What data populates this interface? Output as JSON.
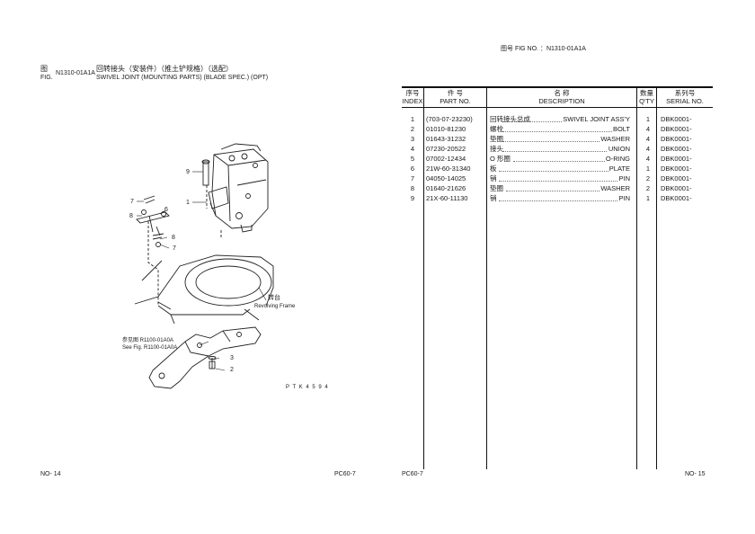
{
  "left_page": {
    "fig_label_cn": "图",
    "fig_label_en": "FIG.",
    "fig_no": "N1310-01A1A",
    "title_cn": "回转接头（安装件）（推土铲规格）（选配）",
    "title_en": "SWIVEL JOINT (MOUNTING PARTS) (BLADE SPEC.) (OPT)",
    "callouts": [
      "9",
      "1",
      "7",
      "6",
      "8",
      "8",
      "7",
      "3",
      "2"
    ],
    "revolving_frame_cn": "转台",
    "revolving_frame_en": "Revolving Frame",
    "ref_cn": "参见图 R1100-01A0A",
    "ref_en": "See Fig. R1100-01A0A",
    "drawing_code": "P T K 4 5 9 4",
    "page_no": "NO- 14",
    "model": "PC60-7"
  },
  "right_page": {
    "fig_no_label": "图号  FIG NO.  ：N1310-01A1A",
    "headers": {
      "index_cn": "序号",
      "index_en": "INDEX",
      "part_cn": "件    号",
      "part_en": "PART NO.",
      "desc_cn": "名          称",
      "desc_en": "DESCRIPTION",
      "qty_cn": "数量",
      "qty_en": "Q'TY",
      "serial_cn": "系列号",
      "serial_en": "SERIAL NO."
    },
    "rows": [
      {
        "index": "1",
        "part_no": "(703-07-23230)",
        "desc_cn": "回转接头总成",
        "desc_en": "SWIVEL JOINT ASS'Y",
        "qty": "1",
        "serial": "DBK0001-"
      },
      {
        "index": "2",
        "part_no": "01010-81230",
        "desc_cn": "螺栓",
        "desc_en": "BOLT",
        "qty": "4",
        "serial": "DBK0001-"
      },
      {
        "index": "3",
        "part_no": "01643-31232",
        "desc_cn": "垫圈",
        "desc_en": "WASHER",
        "qty": "4",
        "serial": "DBK0001-"
      },
      {
        "index": "4",
        "part_no": "07230-20522",
        "desc_cn": "接头",
        "desc_en": "UNION",
        "qty": "4",
        "serial": "DBK0001-"
      },
      {
        "index": "5",
        "part_no": "07002-12434",
        "desc_cn": "O 形圈",
        "desc_en": "O-RING",
        "qty": "4",
        "serial": "DBK0001-"
      },
      {
        "index": "6",
        "part_no": "21W-60-31340",
        "desc_cn": "板",
        "desc_en": "PLATE",
        "qty": "1",
        "serial": "DBK0001-"
      },
      {
        "index": "7",
        "part_no": "04050-14025",
        "desc_cn": "销",
        "desc_en": "PIN",
        "qty": "2",
        "serial": "DBK0001-"
      },
      {
        "index": "8",
        "part_no": "01640-21626",
        "desc_cn": "垫圈",
        "desc_en": "WASHER",
        "qty": "2",
        "serial": "DBK0001-"
      },
      {
        "index": "9",
        "part_no": "21X-60-11130",
        "desc_cn": "销",
        "desc_en": "PIN",
        "qty": "1",
        "serial": "DBK0001-"
      }
    ],
    "model": "PC60-7",
    "page_no": "NO- 15"
  }
}
